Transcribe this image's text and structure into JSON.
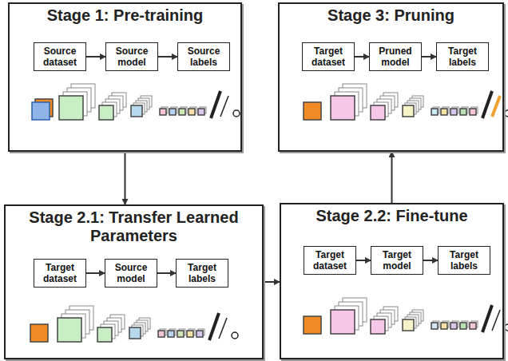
{
  "diagram": {
    "nodes": [
      {
        "text": [
          "Stage 1: Pre-training"
        ]
      },
      {
        "text": [
          "Source dataset"
        ],
        "in": 0
      },
      {
        "text": [
          "Source model"
        ],
        "in": 0
      },
      {
        "text": [
          "Source labels"
        ],
        "in": 0
      },
      {
        "text": [
          "Stage 3: Pruning"
        ]
      },
      {
        "text": [
          "Target dataset"
        ],
        "in": 4
      },
      {
        "text": [
          "Pruned model"
        ],
        "in": 4
      },
      {
        "text": [
          "Target labels"
        ],
        "in": 4
      },
      {
        "text": [
          "Stage 2.1: Transfer Learned Parameters"
        ]
      },
      {
        "text": [
          "Target dataset"
        ],
        "in": 8
      },
      {
        "text": [
          "Source model"
        ],
        "in": 8
      },
      {
        "text": [
          "Target labels"
        ],
        "in": 8
      },
      {
        "text": [
          "Stage 2.2: Fine-tune"
        ]
      },
      {
        "text": [
          "Target dataset"
        ],
        "in": 12
      },
      {
        "text": [
          "Target model"
        ],
        "in": 12
      },
      {
        "text": [
          "Target labels"
        ],
        "in": 12
      }
    ],
    "edges": [
      {
        "from": 1,
        "to": 2,
        "arrow": "to"
      },
      {
        "from": 2,
        "to": 3,
        "arrow": "to"
      },
      {
        "from": 5,
        "to": 6,
        "arrow": "to"
      },
      {
        "from": 6,
        "to": 7,
        "arrow": "to"
      },
      {
        "from": 9,
        "to": 10,
        "arrow": "to"
      },
      {
        "from": 10,
        "to": 11,
        "arrow": "to"
      },
      {
        "from": 13,
        "to": 14,
        "arrow": "to"
      },
      {
        "from": 14,
        "to": 15,
        "arrow": "to"
      },
      {
        "from": 0,
        "to": 8,
        "arrow": "to"
      },
      {
        "from": 8,
        "to": 12,
        "arrow": "to"
      },
      {
        "from": 12,
        "to": 4,
        "arrow": "to"
      }
    ]
  }
}
